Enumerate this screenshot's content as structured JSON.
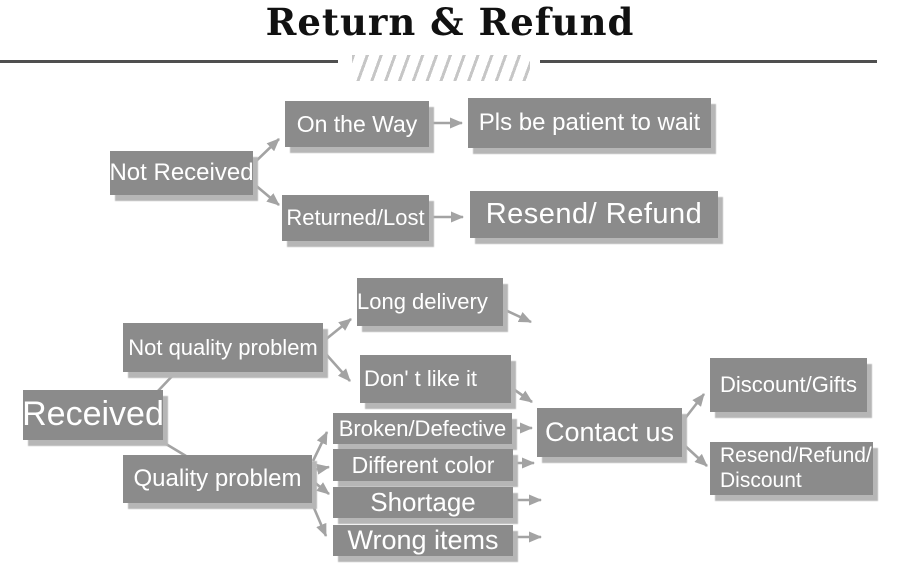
{
  "title": "Return & Refund",
  "nodes": {
    "not_received": "Not Received",
    "on_the_way": "On the Way",
    "pls_wait": "Pls be patient to wait",
    "returned_lost": "Returned/Lost",
    "resend_refund": "Resend/ Refund",
    "received": "Received",
    "not_quality_problem": "Not quality problem",
    "long_delivery": "Long delivery",
    "dont_like_it": "Don' t like it",
    "quality_problem": "Quality problem",
    "broken_defective": "Broken/Defective",
    "different_color": "Different color",
    "shortage": "Shortage",
    "wrong_items": "Wrong items",
    "contact_us": "Contact us",
    "discount_gifts": "Discount/Gifts",
    "resend_refund_discount_line1": "Resend/Refund/",
    "resend_refund_discount_line2": "Discount"
  },
  "edges": [
    {
      "from": "not_received",
      "to": "on_the_way",
      "arrow": true
    },
    {
      "from": "not_received",
      "to": "returned_lost",
      "arrow": true
    },
    {
      "from": "on_the_way",
      "to": "pls_wait",
      "arrow": true
    },
    {
      "from": "returned_lost",
      "to": "resend_refund",
      "arrow": true
    },
    {
      "from": "received",
      "to": "not_quality_problem",
      "arrow": false
    },
    {
      "from": "received",
      "to": "quality_problem",
      "arrow": false
    },
    {
      "from": "not_quality_problem",
      "to": "long_delivery",
      "arrow": true
    },
    {
      "from": "not_quality_problem",
      "to": "dont_like_it",
      "arrow": true
    },
    {
      "from": "long_delivery",
      "to": "contact_us",
      "arrow": true
    },
    {
      "from": "dont_like_it",
      "to": "contact_us",
      "arrow": true
    },
    {
      "from": "quality_problem",
      "to": "broken_defective",
      "arrow": true
    },
    {
      "from": "quality_problem",
      "to": "different_color",
      "arrow": true
    },
    {
      "from": "quality_problem",
      "to": "shortage",
      "arrow": true
    },
    {
      "from": "quality_problem",
      "to": "wrong_items",
      "arrow": true
    },
    {
      "from": "broken_defective",
      "to": "contact_us",
      "arrow": true
    },
    {
      "from": "different_color",
      "to": "contact_us",
      "arrow": true
    },
    {
      "from": "shortage",
      "to": "contact_us",
      "arrow": true
    },
    {
      "from": "wrong_items",
      "to": "contact_us",
      "arrow": true
    },
    {
      "from": "contact_us",
      "to": "discount_gifts",
      "arrow": true
    },
    {
      "from": "contact_us",
      "to": "resend_refund_discount",
      "arrow": true
    }
  ],
  "colors": {
    "node_fill": "#8b8b8b",
    "node_text": "#ffffff",
    "node_shadow": "#b6b6b6",
    "arrow": "#a3a3a3",
    "title_text": "#111111",
    "rule": "#4f4f4f",
    "hatch": "#c6c6c6"
  }
}
